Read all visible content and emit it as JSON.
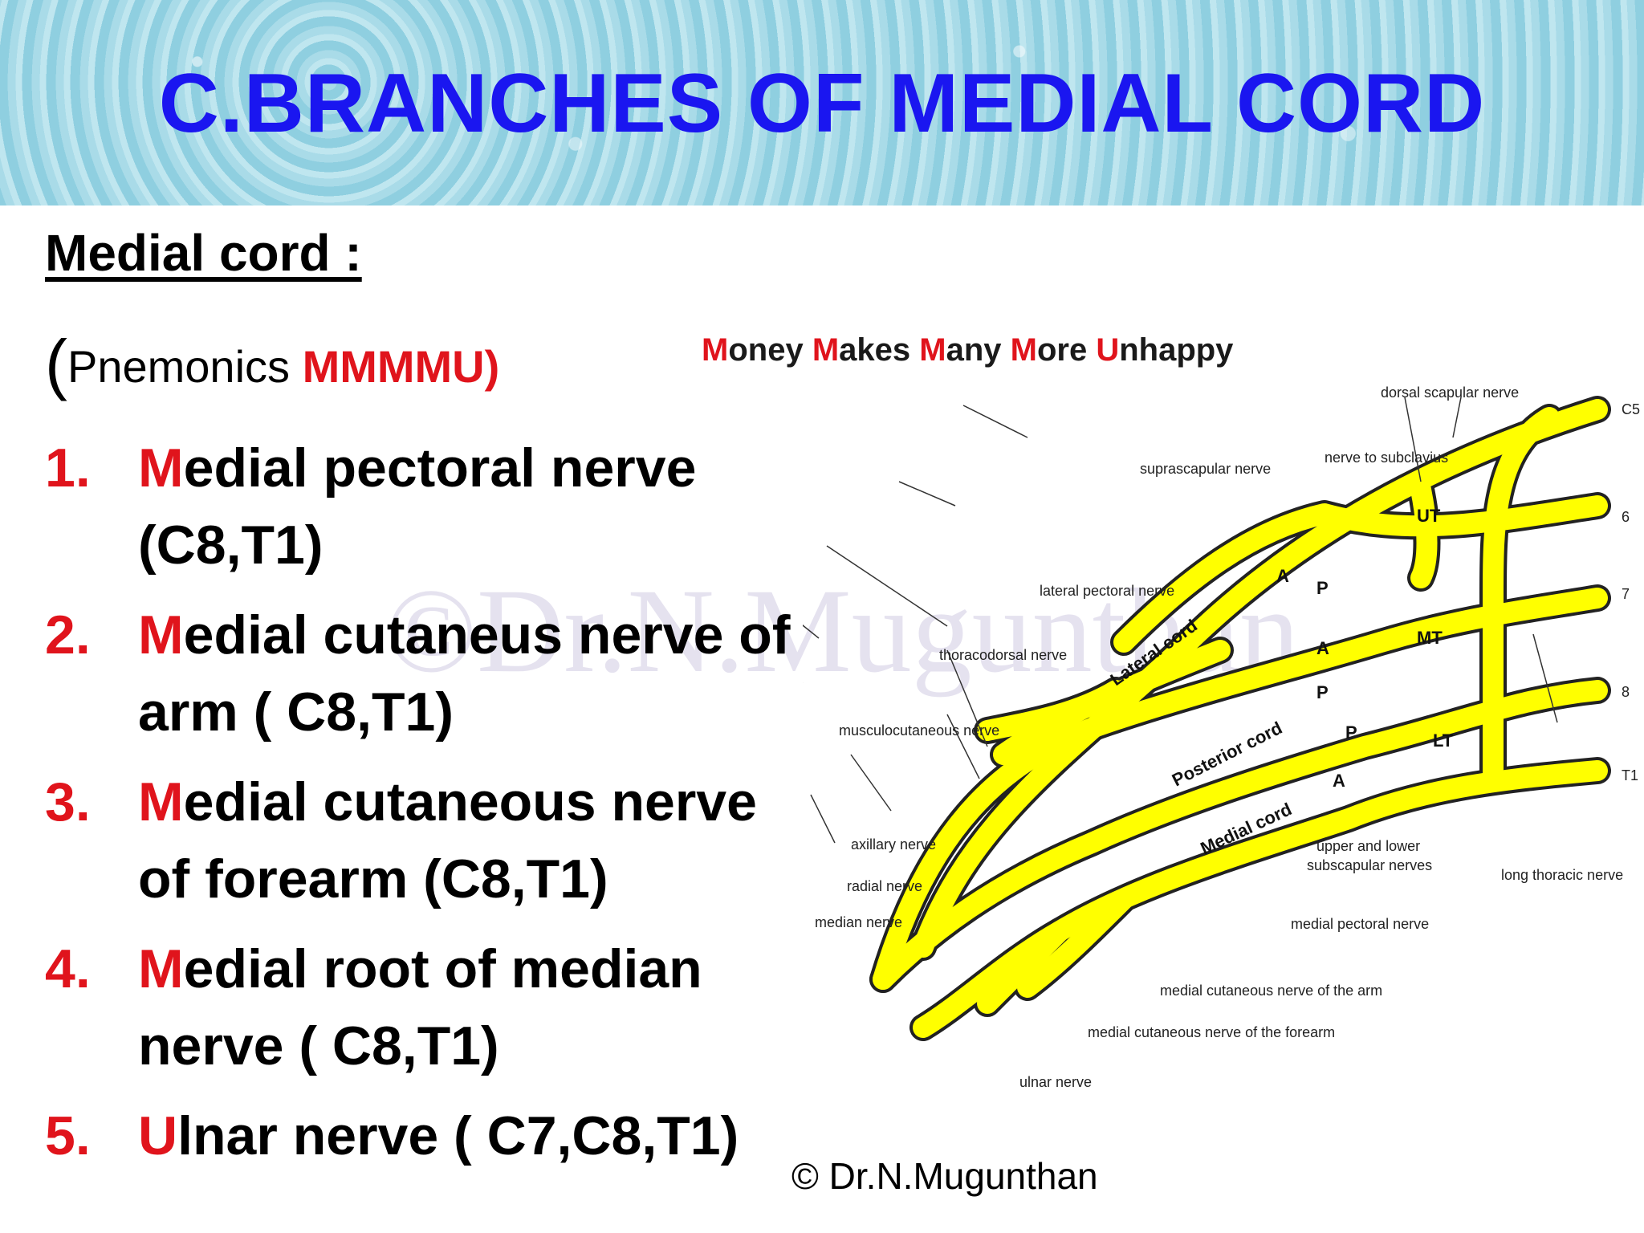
{
  "title": "C.BRANCHES OF MEDIAL CORD",
  "heading": "Medial cord :",
  "pnemonic": {
    "open": "(",
    "label": "Pnemonics ",
    "code": "MMMMU)"
  },
  "mnemonic_words": [
    {
      "cap": "M",
      "rest": "oney "
    },
    {
      "cap": "M",
      "rest": "akes "
    },
    {
      "cap": "M",
      "rest": "any "
    },
    {
      "cap": "M",
      "rest": "ore "
    },
    {
      "cap": "U",
      "rest": "nhappy"
    }
  ],
  "items": [
    {
      "num": "1.",
      "first": "M",
      "rest": "edial pectoral nerve (C8,T1)"
    },
    {
      "num": "2.",
      "first": "M",
      "rest": "edial cutaneus nerve of arm ( C8,T1)"
    },
    {
      "num": "3.",
      "first": "M",
      "rest": "edial cutaneous nerve of forearm (C8,T1)"
    },
    {
      "num": "4.",
      "first": "M",
      "rest": "edial root of median nerve ( C8,T1)"
    },
    {
      "num": "5.",
      "first": "U",
      "rest": "lnar nerve ( C7,C8,T1)"
    }
  ],
  "watermark": "©Dr.N.Mugunthan",
  "copyright": "© Dr.N.Mugunthan",
  "diagram": {
    "nerve_color": "#ffff00",
    "labels": {
      "dorsal_scapular": "dorsal scapular nerve",
      "suprascapular": "suprascapular nerve",
      "subclavius": "nerve to subclavius",
      "lateral_pectoral": "lateral pectoral nerve",
      "thoracodorsal": "thoracodorsal nerve",
      "musculocutaneous": "musculocutaneous nerve",
      "axillary": "axillary nerve",
      "radial": "radial nerve",
      "median": "median nerve",
      "subscapular": [
        "upper and lower",
        "subscapular nerves"
      ],
      "long_thoracic": "long thoracic nerve",
      "medial_pectoral": "medial pectoral nerve",
      "mcn_arm": "medial cutaneous nerve of the arm",
      "mcn_forearm": "medial cutaneous nerve of the forearm",
      "ulnar": "ulnar nerve"
    },
    "roots": [
      "C5",
      "6",
      "7",
      "8",
      "T1"
    ],
    "trunks": [
      "UT",
      "MT",
      "LT"
    ],
    "cords": [
      "Lateral cord",
      "Posterior cord",
      "Medial cord"
    ],
    "division_letters": [
      "A",
      "P",
      "A",
      "P",
      "P",
      "A"
    ]
  }
}
